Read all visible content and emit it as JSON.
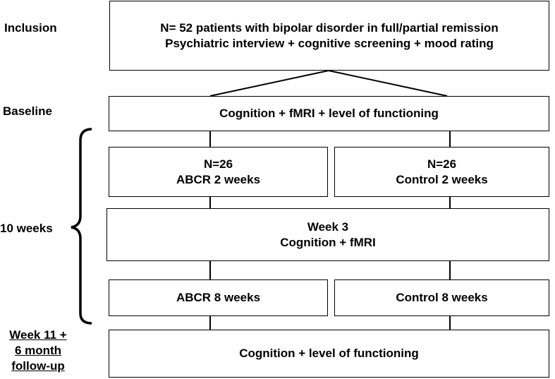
{
  "stages": {
    "inclusion": "Inclusion",
    "baseline": "Baseline",
    "duration": "10 weeks",
    "followup": [
      "Week 11 +",
      "6 month",
      "follow-up"
    ]
  },
  "boxes": {
    "inclusion": [
      "N= 52 patients with bipolar disorder in full/partial remission",
      "Psychiatric interview + cognitive screening + mood rating"
    ],
    "baseline": "Cognition + fMRI + level of functioning",
    "abcr_start": [
      "N=26",
      "ABCR 2 weeks"
    ],
    "control_start": [
      "N=26",
      "Control 2 weeks"
    ],
    "week3": [
      "Week 3",
      "Cognition + fMRI"
    ],
    "abcr_8": "ABCR 8 weeks",
    "control_8": "Control 8 weeks",
    "final": "Cognition + level of functioning"
  }
}
